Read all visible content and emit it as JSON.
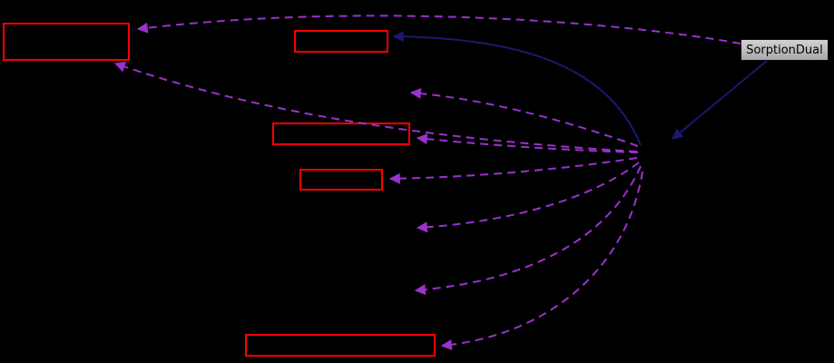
{
  "diagram": {
    "background": "#000000",
    "current_node": {
      "label": "SorptionDual",
      "fill": "#bfbfbf",
      "text_color": "#000000"
    },
    "related_nodes": [
      {
        "id": "top-left-node",
        "label": ""
      },
      {
        "id": "base-class-node",
        "label": ""
      },
      {
        "id": "middle-wide-node",
        "label": ""
      },
      {
        "id": "middle-small-node",
        "label": ""
      },
      {
        "id": "bottom-wide-node",
        "label": ""
      }
    ],
    "colors": {
      "related_node_border": "#ff0000",
      "usage_edge": "#9a32cd",
      "inheritance_edge": "#191970"
    },
    "edge_styles": {
      "usage": "dashed",
      "inheritance": "solid"
    },
    "counts": {
      "usage_edges": 8,
      "inheritance_edges": 2
    }
  }
}
